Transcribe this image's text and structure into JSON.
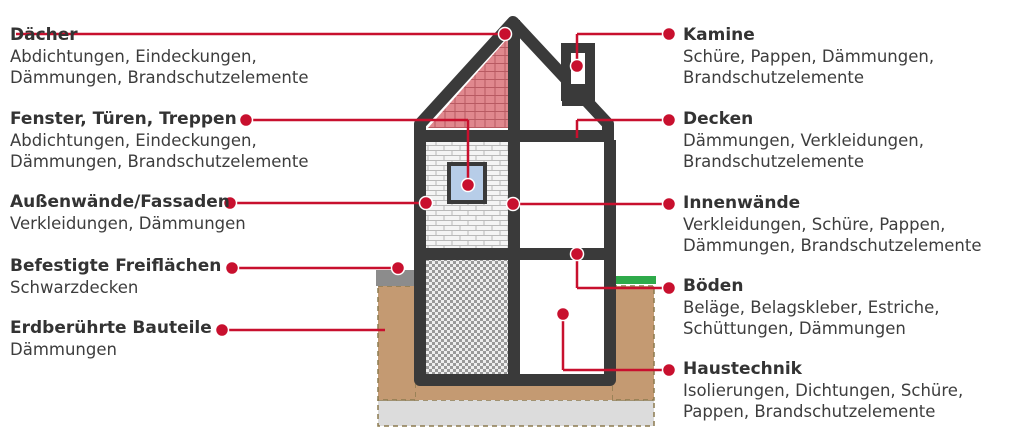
{
  "colors": {
    "accent": "#c8102e",
    "outline": "#3a3a3a",
    "roof": "#e0888e",
    "soil": "#c49a72",
    "gravel": "#dcdcdc",
    "grass": "#2eaa4a",
    "pavement": "#8c8c8c",
    "window": "#b7cde8"
  },
  "labels": {
    "daecher": {
      "title": "Dächer",
      "desc": [
        "Abdichtungen, Eindeckungen,",
        "Dämmungen, Brandschutzelemente"
      ]
    },
    "fenster": {
      "title": "Fenster, Türen, Treppen",
      "desc": [
        "Abdichtungen, Eindeckungen,",
        "Dämmungen, Brandschutzelemente"
      ]
    },
    "aussenwaende": {
      "title": "Außenwände/Fassaden",
      "desc": [
        "Verkleidungen, Dämmungen"
      ]
    },
    "freiflaechen": {
      "title": "Befestigte Freiflächen",
      "desc": [
        "Schwarzdecken"
      ]
    },
    "erdberuehrt": {
      "title": "Erdberührte Bauteile",
      "desc": [
        "Dämmungen"
      ]
    },
    "kamine": {
      "title": "Kamine",
      "desc": [
        "Schüre, Pappen, Dämmungen,",
        "Brandschutzelemente"
      ]
    },
    "decken": {
      "title": "Decken",
      "desc": [
        "Dämmungen, Verkleidungen,",
        "Brandschutzelemente"
      ]
    },
    "innenwaende": {
      "title": "Innenwände",
      "desc": [
        "Verkleidungen, Schüre, Pappen,",
        "Dämmungen, Brandschutzelemente"
      ]
    },
    "boeden": {
      "title": "Böden",
      "desc": [
        "Beläge, Belagskleber, Estriche,",
        "Schüttungen, Dämmungen"
      ]
    },
    "haustechnik": {
      "title": "Haustechnik",
      "desc": [
        "Isolierungen, Dichtungen, Schüre,",
        "Pappen, Brandschutzelemente"
      ]
    }
  }
}
